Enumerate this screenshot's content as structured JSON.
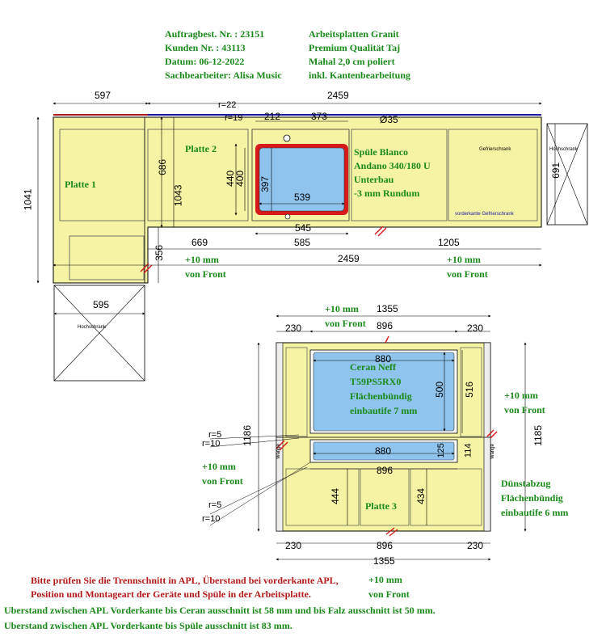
{
  "header": {
    "order_no": "Auftragbest. Nr. : 23151",
    "customer_no": "Kunden Nr. : 43113",
    "date": "Datum: 06-12-2022",
    "clerk": "Sachbearbeiter: Alisa Music",
    "material_1": "Arbeitsplatten Granit",
    "material_2": "Premium Qualität Taj",
    "material_3": "Mahal 2,0 cm poliert",
    "material_4": "inkl. Kantenbearbeitung"
  },
  "top_plan": {
    "dims": {
      "w597": "597",
      "w2459_top": "2459",
      "r22": "r=22",
      "r19": "r=19",
      "w212": "212",
      "w373": "373",
      "d35": "Ø35",
      "h1041": "1041",
      "h686": "686",
      "h1043": "1043",
      "h440": "440",
      "h400": "400",
      "h397": "397",
      "w539": "539",
      "w545": "545",
      "w585": "585",
      "w669": "669",
      "w1205": "1205",
      "w2459_bottom": "2459",
      "h356": "356",
      "w595": "595",
      "h691": "691"
    },
    "labels": {
      "platte1": "Platte 1",
      "platte2": "Platte 2",
      "sink_1": "Spüle Blanco",
      "sink_2": "Andano 340/180 U",
      "sink_3": "Unterbau",
      "sink_4": "-3 mm Rundum",
      "plus10_left": "+10 mm",
      "from_front_left": "von Front",
      "plus10_right": "+10 mm",
      "from_front_right": "von Front",
      "gefrier": "Gefrierschrank",
      "hochschrank": "Hochschrank",
      "vorderkante": "vorderkante Gefrierschrank",
      "hochschrank_low": "Hochschrank"
    }
  },
  "island_plan": {
    "dims": {
      "w1355_top": "1355",
      "w230_tl": "230",
      "w896_top": "896",
      "w230_tr": "230",
      "w880_top": "880",
      "h500": "500",
      "h516": "516",
      "h1186": "1186",
      "h1185": "1185",
      "r5_a": "r=5",
      "r10_a": "r=10",
      "w880_bottom": "880",
      "h125": "125",
      "h114": "114",
      "w896_mid": "896",
      "h444": "444",
      "h434": "434",
      "r5_b": "r=5",
      "r10_b": "r=10",
      "w230_bl": "230",
      "w896_bottom": "896",
      "w230_br": "230",
      "w1355_bottom": "1355"
    },
    "labels": {
      "plus10_top": "+10 mm",
      "from_front_top": "von Front",
      "hob_1": "Ceran Neff",
      "hob_2": "T59PS5RX0",
      "hob_3": "Flächenbündig",
      "hob_4": "einbautife 7 mm",
      "plus10_right": "+10 mm",
      "from_front_right": "von Front",
      "plus10_left": "+10 mm",
      "from_front_left": "von Front",
      "hood_1": "Dünstabzug",
      "hood_2": "Flächenbündig",
      "hood_3": "einbautife 6 mm",
      "platte3": "Platte 3",
      "plus10_bottom": "+10 mm",
      "from_front_bottom": "von Front",
      "wange_left": "Wange",
      "wange_right": "Wange"
    }
  },
  "notes": {
    "check_1": "Bitte prüfen Sie die Trennschnitt in APL, Überstand bei vorderkante APL,",
    "check_2": "Position und Montageart der Geräte und Spüle in der Arbeitsplatte.",
    "overhang_1": "Uberstand zwischen APL Vorderkante bis Ceran ausschnitt ist 58 mm und bis Falz ausschnitt ist 50 mm.",
    "overhang_2": "Uberstand zwischen APL Vorderkante bis Spüle ausschnitt ist 83 mm."
  },
  "colors": {
    "slab_fill": "#f5f3a4",
    "cutout_fill": "#8fc4ee",
    "sink_outline": "#d61a1a",
    "green_text": "#1a8a1a",
    "red_text": "#b41a1a"
  }
}
